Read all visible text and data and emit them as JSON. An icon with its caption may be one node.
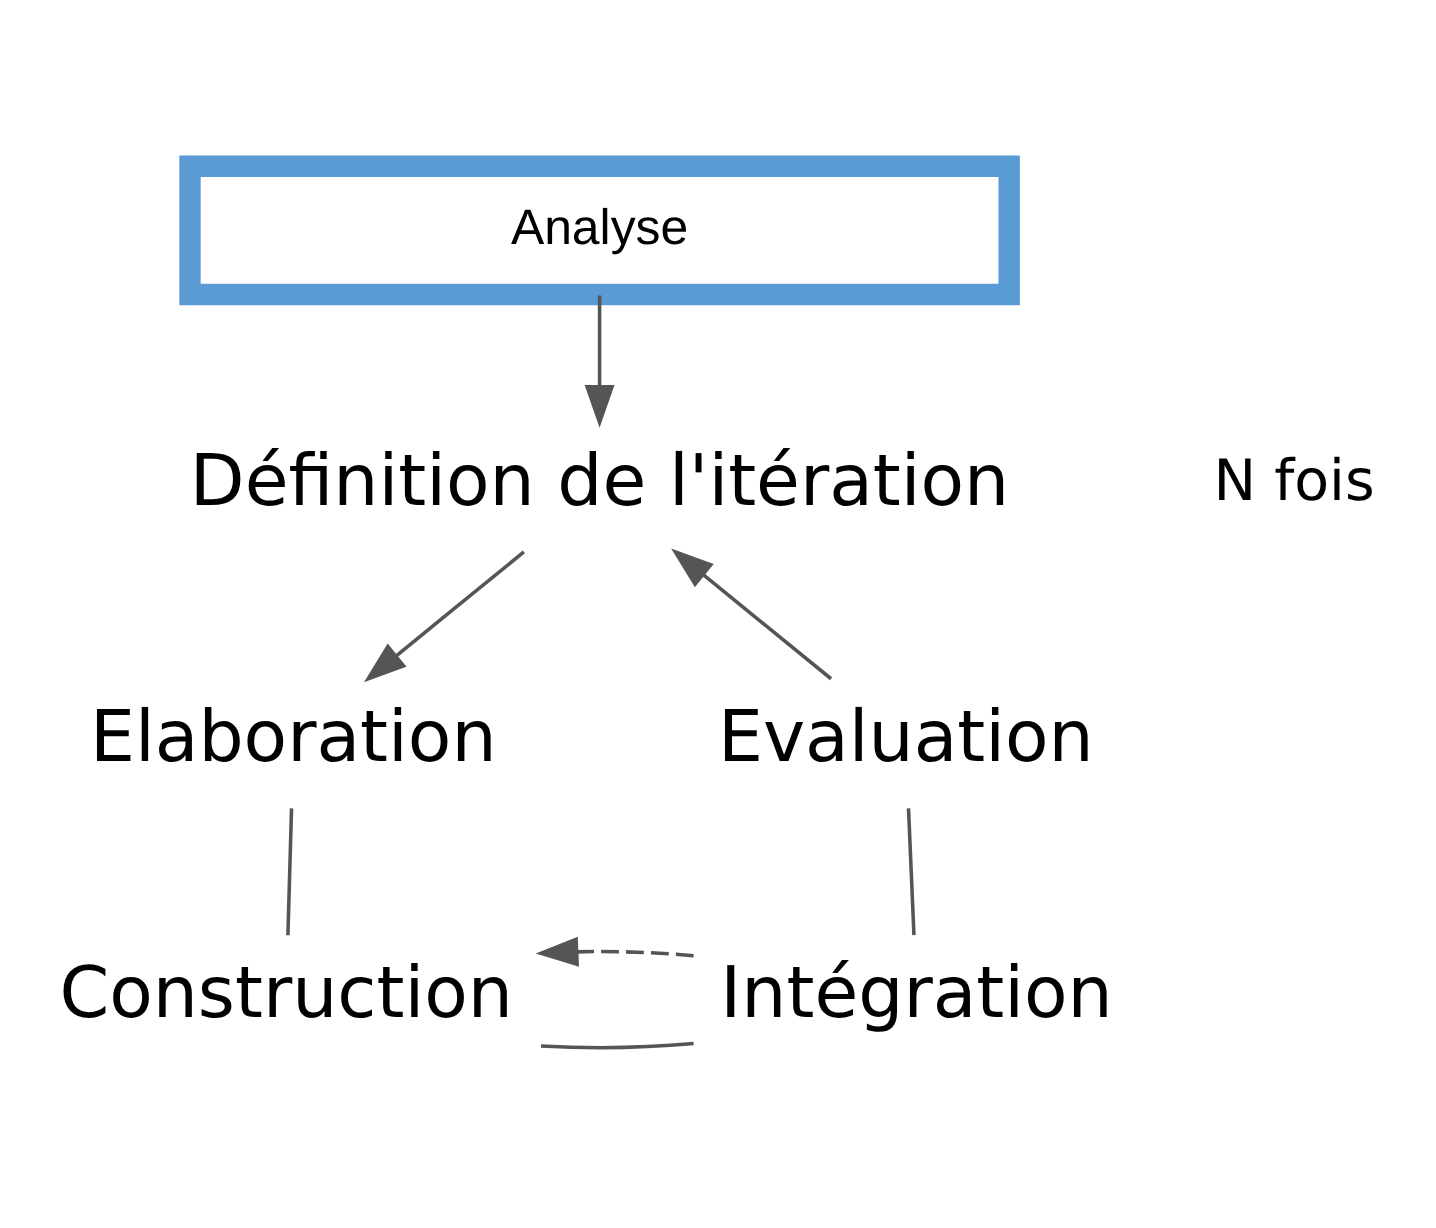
{
  "diagram": {
    "nodes": [
      {
        "text": [
          "Analyse"
        ]
      },
      {
        "text": [
          "Définition de l'itération"
        ]
      },
      {
        "text": [
          "Elaboration"
        ]
      },
      {
        "text": [
          "Construction"
        ]
      },
      {
        "text": [
          "Intégration"
        ]
      },
      {
        "text": [
          "Evaluation"
        ]
      }
    ],
    "edges": [
      {
        "from": 0,
        "to": 1,
        "arrow": "to"
      },
      {
        "from": 1,
        "to": 2,
        "arrow": "to"
      },
      {
        "from": 2,
        "to": 3,
        "arrow": "none"
      },
      {
        "from": 3,
        "to": 4,
        "arrow": "none"
      },
      {
        "from": 4,
        "to": 5,
        "arrow": "none"
      },
      {
        "from": 5,
        "to": 1,
        "arrow": "to"
      },
      {
        "from": 4,
        "to": 3,
        "arrow": "to",
        "style": "dashed"
      }
    ],
    "labels": [
      "N fois"
    ]
  }
}
